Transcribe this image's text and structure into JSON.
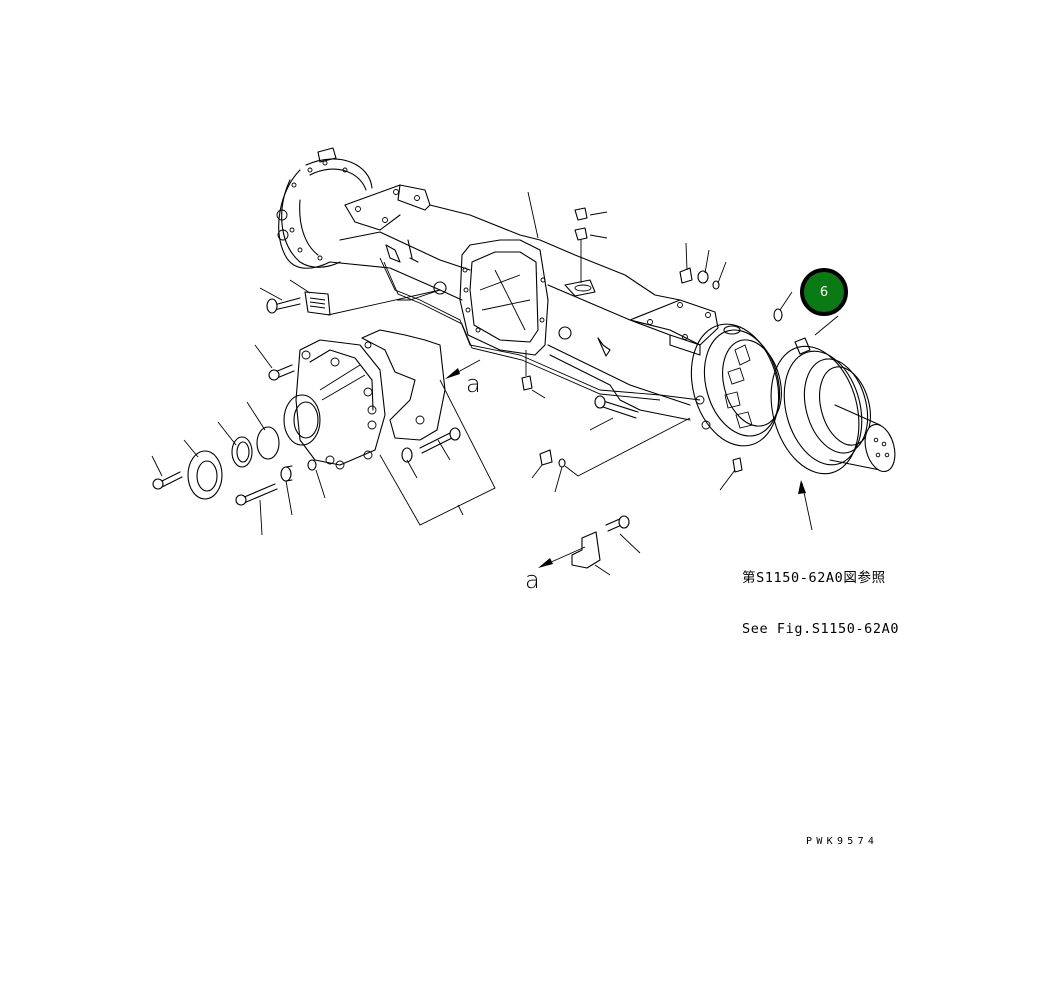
{
  "diagram": {
    "title": "Axle housing exploded parts view",
    "callout": {
      "number": "6",
      "color": "#0a7a14",
      "border_color": "#000000"
    },
    "view_labels": [
      {
        "text": "a",
        "position": "right of differential carrier"
      },
      {
        "text": "a",
        "position": "below bracket"
      }
    ],
    "reference_note": {
      "japanese": "第S1150-62A0図参照",
      "english": "See Fig.S1150-62A0"
    },
    "drawing_number": "PWK9574",
    "line_color": "#000000",
    "background": "#ffffff"
  }
}
